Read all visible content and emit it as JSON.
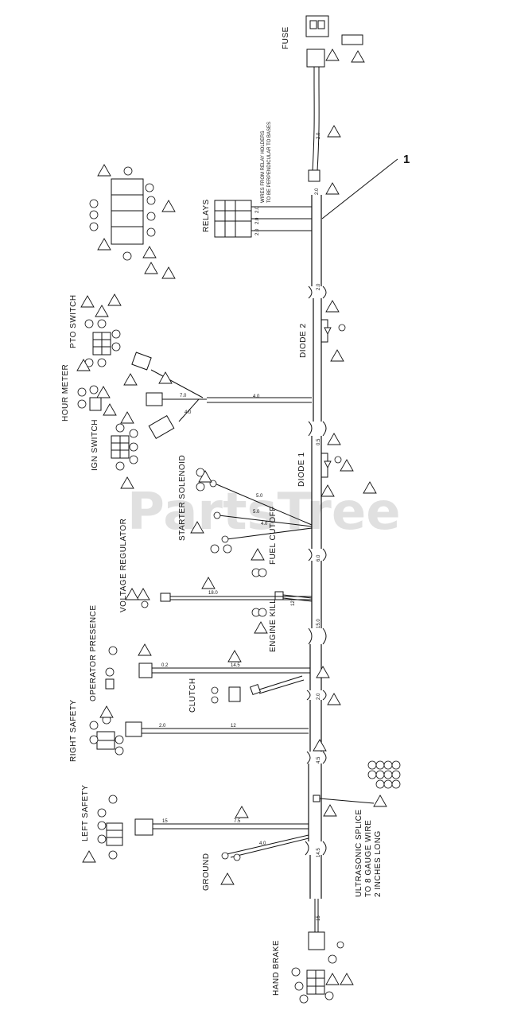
{
  "watermark": "PartsTree",
  "watermark_tm": "™",
  "callout_number": "1",
  "labels": {
    "fuse": "FUSE",
    "relays": "RELAYS",
    "relay_note_line1": "WIRES FROM RELAY HOLDERS",
    "relay_note_line2": "TO BE PERPENDICULAR TO BASES",
    "pto_switch": "PTO SWITCH",
    "hour_meter": "HOUR METER",
    "ign_switch": "IGN SWITCH",
    "diode_2": "DIODE 2",
    "diode_1": "DIODE 1",
    "starter_solenoid": "STARTER SOLENOID",
    "fuel_cutoff": "FUEL CUTOFF",
    "voltage_regulator": "VOLTAGE REGULATOR",
    "engine_kill": "ENGINE KILL",
    "operator_presence": "OPERATOR PRESENCE",
    "clutch": "CLUTCH",
    "right_safety": "RIGHT SAFETY",
    "left_safety": "LEFT SAFETY",
    "ground": "GROUND",
    "splice_line1": "ULTRASONIC SPLICE",
    "splice_line2": "TO 8 GAUGE WIRE",
    "splice_line3": "2 INCHES LONG",
    "hand_brake": "HAND BRAKE"
  },
  "dimensions": {
    "fuse_lead": "2.0",
    "relay_branch": "2.0",
    "relay_a": "2.0",
    "relay_b": "2.0",
    "relay_c": "2.0",
    "pto_trunk": "2.0",
    "hour_branch": "4.0",
    "hour_a": "7.0",
    "hour_b": "4.0",
    "diode1_a": "0.5",
    "starter_a": "5.0",
    "starter_b": "5.0",
    "starter_c": "4.0",
    "fuel_trunk": "6.0",
    "vreg_branch": "18.0",
    "fuel_a": "12",
    "engine_trunk": "15.0",
    "op_branch": "14.5",
    "op_lead": "0.2",
    "clutch_trunk": "2.0",
    "right_branch": "12",
    "right_lead": "2.0",
    "lower_trunk": "4.5",
    "left_branch": "7.5",
    "left_lead": "15",
    "ground_branch": "4.0",
    "ground_trunk": "14.5",
    "brake_lead": "15"
  }
}
